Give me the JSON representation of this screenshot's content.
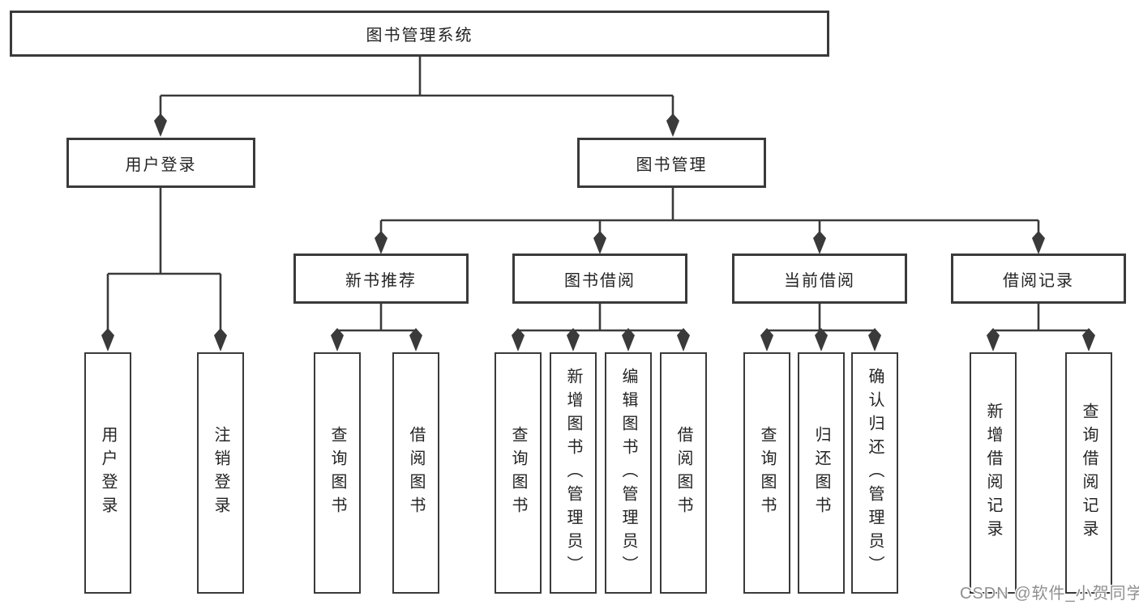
{
  "watermark": "CSDN @软件_小贺同学",
  "colors": {
    "line": "#3a3a3a",
    "text": "#242424",
    "watermark": "#8f8f8f",
    "background": "#ffffff"
  },
  "tree": {
    "root": {
      "label": "图书管理系统"
    },
    "branches": [
      {
        "label": "用户登录",
        "children": [
          {
            "label": "用户登录"
          },
          {
            "label": "注销登录"
          }
        ]
      },
      {
        "label": "图书管理",
        "children": [
          {
            "label": "新书推荐",
            "children": [
              {
                "label": "查询图书"
              },
              {
                "label": "借阅图书"
              }
            ]
          },
          {
            "label": "图书借阅",
            "children": [
              {
                "label": "查询图书"
              },
              {
                "label": "新增图书（管理员）"
              },
              {
                "label": "编辑图书（管理员）"
              },
              {
                "label": "借阅图书"
              }
            ]
          },
          {
            "label": "当前借阅",
            "children": [
              {
                "label": "查询图书"
              },
              {
                "label": "归还图书"
              },
              {
                "label": "确认归还（管理员）"
              }
            ]
          },
          {
            "label": "借阅记录",
            "children": [
              {
                "label": "新增借阅记录"
              },
              {
                "label": "查询借阅记录"
              }
            ]
          }
        ]
      }
    ]
  }
}
